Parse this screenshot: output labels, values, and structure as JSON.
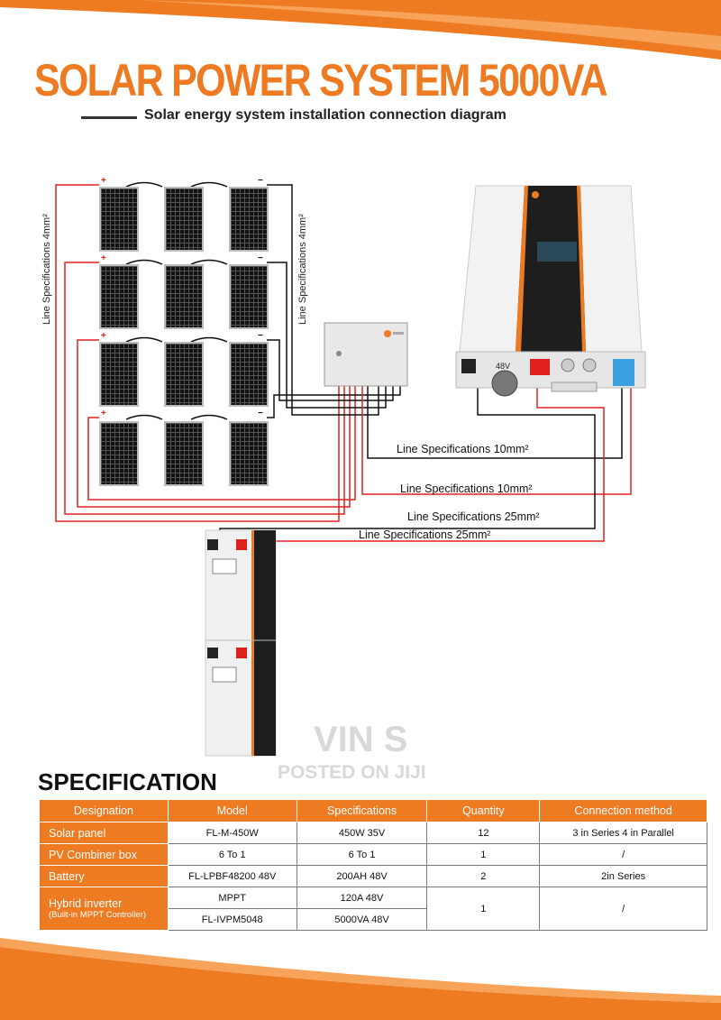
{
  "header": {
    "title": "SOLAR POWER SYSTEM 5000VA",
    "subtitle": "Solar energy system installation connection diagram"
  },
  "diagram": {
    "left_line_spec": "Line Specifications 4mm²",
    "right_line_spec": "Line Specifications 4mm²",
    "line_specs": [
      "Line Specifications 10mm²",
      "Line Specifications 10mm²",
      "Line Specifications 25mm²",
      "Line Specifications 25mm²"
    ],
    "battery_voltage_label": "48V",
    "plus": "+",
    "minus": "−"
  },
  "watermark": {
    "line1": "VIN S",
    "line2": "POSTED ON JIJI"
  },
  "specification": {
    "title": "SPECIFICATION",
    "headers": [
      "Designation",
      "Model",
      "Specifications",
      "Quantity",
      "Connection method"
    ],
    "rows": {
      "solar": {
        "designation": "Solar panel",
        "model": "FL-M-450W",
        "spec": "450W  35V",
        "qty": "12",
        "method": "3 in Series  4 in Parallel"
      },
      "combiner": {
        "designation": "PV Combiner box",
        "model": "6 To 1",
        "spec": "6 To 1",
        "qty": "1",
        "method": "/"
      },
      "battery": {
        "designation": "Battery",
        "model": "FL-LPBF48200  48V",
        "spec": "200AH  48V",
        "qty": "2",
        "method": "2in Series"
      },
      "inverter": {
        "designation": "Hybrid inverter",
        "note": "(Built-in MPPT Controller)",
        "model_a": "MPPT",
        "model_b": "FL-IVPM5048",
        "spec_a": "120A  48V",
        "spec_b": "5000VA  48V",
        "qty": "1",
        "method": "/"
      }
    }
  },
  "colors": {
    "accent": "#ee7a22",
    "wire_red": "#e0201e",
    "wire_black": "#111111"
  }
}
